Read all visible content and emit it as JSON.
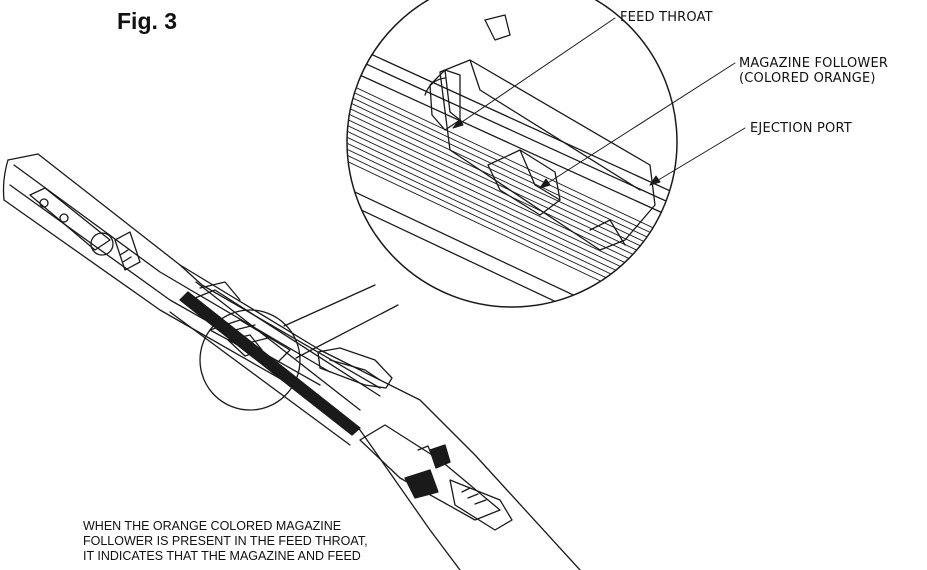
{
  "figure": {
    "title": "Fig. 3"
  },
  "callouts": {
    "feed_throat": "FEED THROAT",
    "magazine_follower": [
      "MAGAZINE FOLLOWER",
      "(COLORED ORANGE)"
    ],
    "ejection_port": "EJECTION PORT"
  },
  "note": {
    "lines": [
      "WHEN THE ORANGE COLORED MAGAZINE",
      "FOLLOWER IS PRESENT IN THE FEED THROAT,",
      "IT INDICATES THAT THE MAGAZINE AND FEED"
    ]
  }
}
